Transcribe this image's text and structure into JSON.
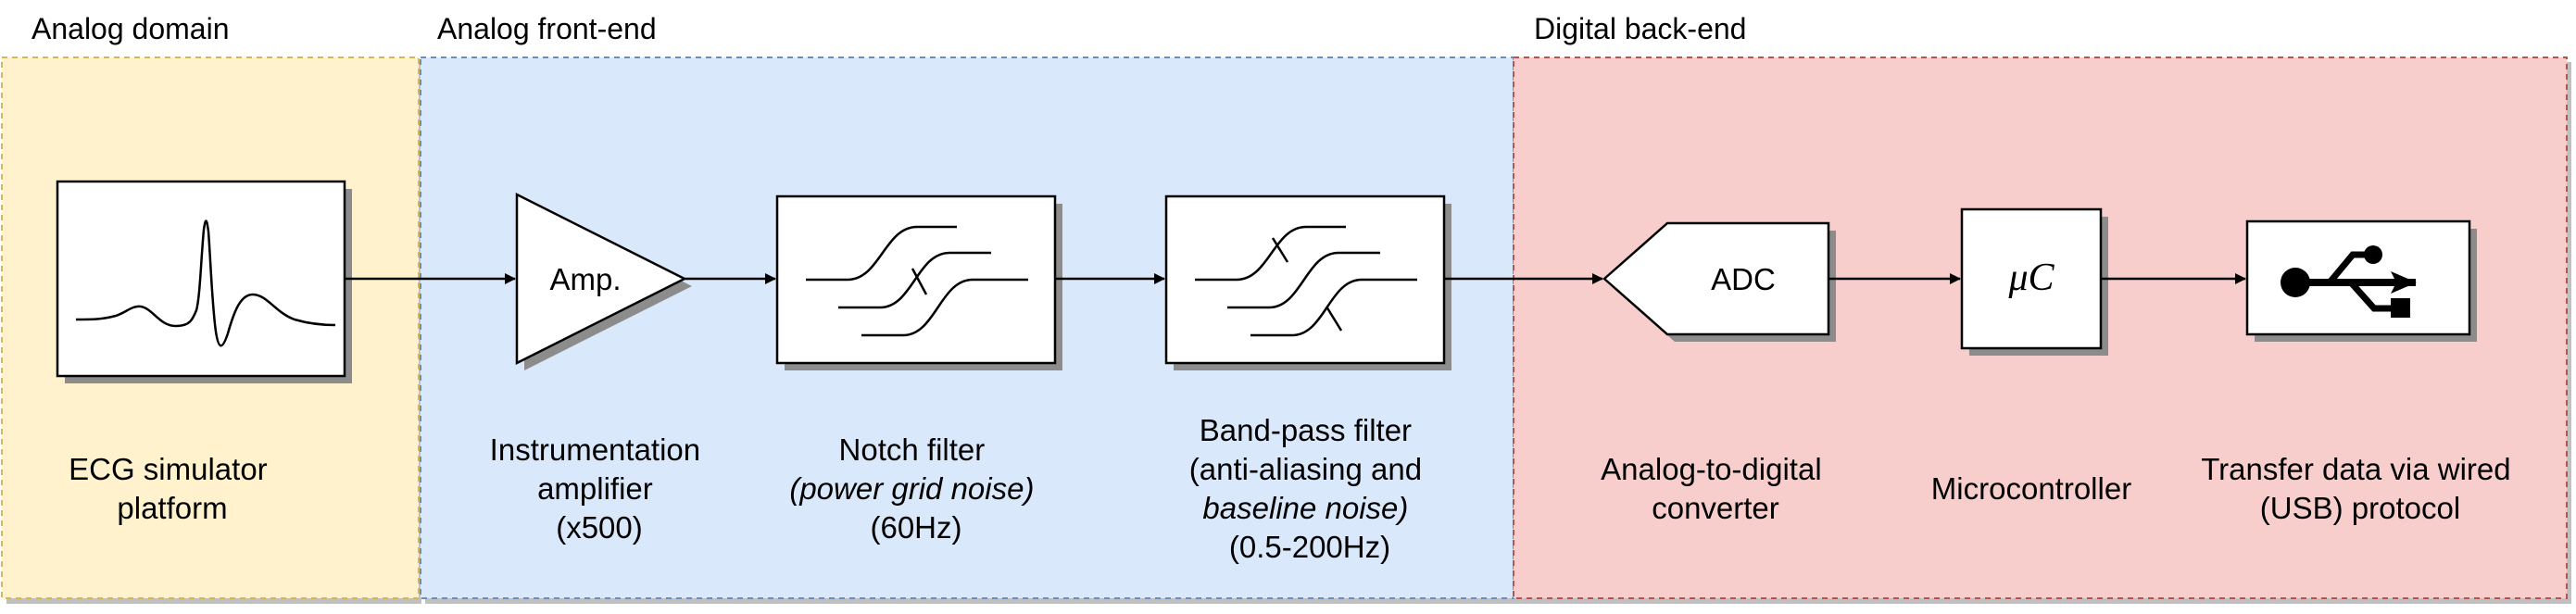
{
  "regions": {
    "analog_domain": {
      "title": "Analog domain",
      "fill": "#fff2cc",
      "stroke": "#d6b656"
    },
    "analog_front_end": {
      "title": "Analog front-end",
      "fill": "#dae8fc",
      "stroke": "#6c8ebf"
    },
    "digital_back_end": {
      "title": "Digital back-end",
      "fill": "#f8cecc",
      "stroke": "#b85450"
    }
  },
  "blocks": {
    "amp": {
      "label": "Amp."
    },
    "adc": {
      "label": "ADC"
    },
    "mcu": {
      "label": "μC"
    }
  },
  "captions": {
    "ecg": [
      "ECG simulator",
      "platform"
    ],
    "amp": [
      "Instrumentation",
      "amplifier",
      "(x500)"
    ],
    "notch": [
      "Notch filter",
      "(power grid noise)",
      "(60Hz)"
    ],
    "bandpass": [
      "Band-pass filter",
      "(anti-aliasing and",
      "baseline noise)",
      "(0.5-200Hz)"
    ],
    "adc": [
      "Analog-to-digital",
      "converter"
    ],
    "mcu": [
      "Microcontroller"
    ],
    "usb": [
      "Transfer data via wired",
      "(USB) protocol"
    ]
  },
  "colors": {
    "shadow": "#8c8c8c",
    "block_fill": "#ffffff",
    "line": "#000000"
  }
}
